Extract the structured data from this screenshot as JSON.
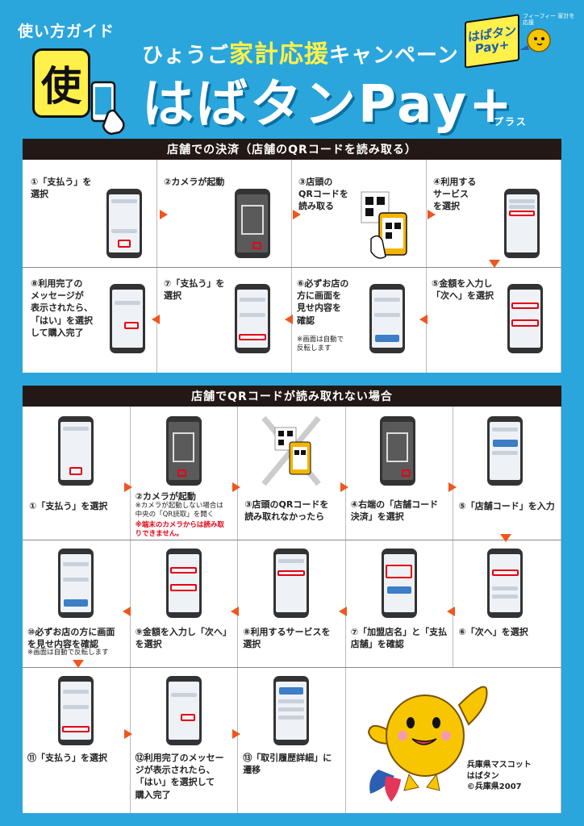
{
  "header": {
    "guide_label": "使い方ガイド",
    "use_badge": "使",
    "campaign_prefix": "ひょうご",
    "campaign_highlight": "家計応援",
    "campaign_suffix": "キャンペーン",
    "logo_text": "はばタンPay+",
    "plus_sub": "プラス",
    "flag_text": "はばタン Pay+",
    "flag_note": "フィーフィー 家計を応援"
  },
  "section1": {
    "title": "店舗での決済（店舗のQRコードを読み取る）",
    "steps": [
      "①「支払う」を\n選択",
      "②カメラが起動",
      "③店頭の\nQRコードを\n読み取る",
      "④利用する\nサービス\nを選択",
      "⑤金額を入力し\n「次へ」を選択",
      "⑥必ずお店の\n方に画面を\n見せ内容を\n確認",
      "⑦「支払う」を\n選択",
      "⑧利用完了の\nメッセージが\n表示されたら、\n「はい」を選択\nして購入完了"
    ],
    "note6": "※画面は自動で\n反転します"
  },
  "section2": {
    "title": "店舗でQRコードが読み取れない場合",
    "steps": [
      "①「支払う」を選択",
      "②カメラが起動",
      "③店頭のQRコードを\n読み取れなかったら",
      "④右端の「店舗コード\n決済」を選択",
      "⑤「店舗コード」を入力",
      "⑥「次へ」を選択",
      "⑦「加盟店名」と「支払\n店舗」を確認",
      "⑧利用するサービスを\n選択",
      "⑨金額を入力し「次へ」\nを選択",
      "⑩必ずお店の方に画面\nを見せ内容を確認",
      "⑪「支払う」を選択",
      "⑫利用完了のメッセー\nジが表示されたら、\n「はい」を選択して\n購入完了",
      "⑬「取引履歴詳細」に\n遷移"
    ],
    "note2a": "※カメラが起動しない場合は\n中央の「QR読取」を開く",
    "note2b": "※端末のカメラからは読み取\nりできません。",
    "note10": "※画面は自動で反転します"
  },
  "mascot": {
    "caption": "兵庫県マスコット\nはばタン\n©兵庫県2007"
  },
  "colors": {
    "background": "#2aa6dc",
    "accent_yellow": "#fff04a",
    "arrow_orange": "#f0561e",
    "title_bar": "#231815",
    "note_red": "#e60012"
  }
}
